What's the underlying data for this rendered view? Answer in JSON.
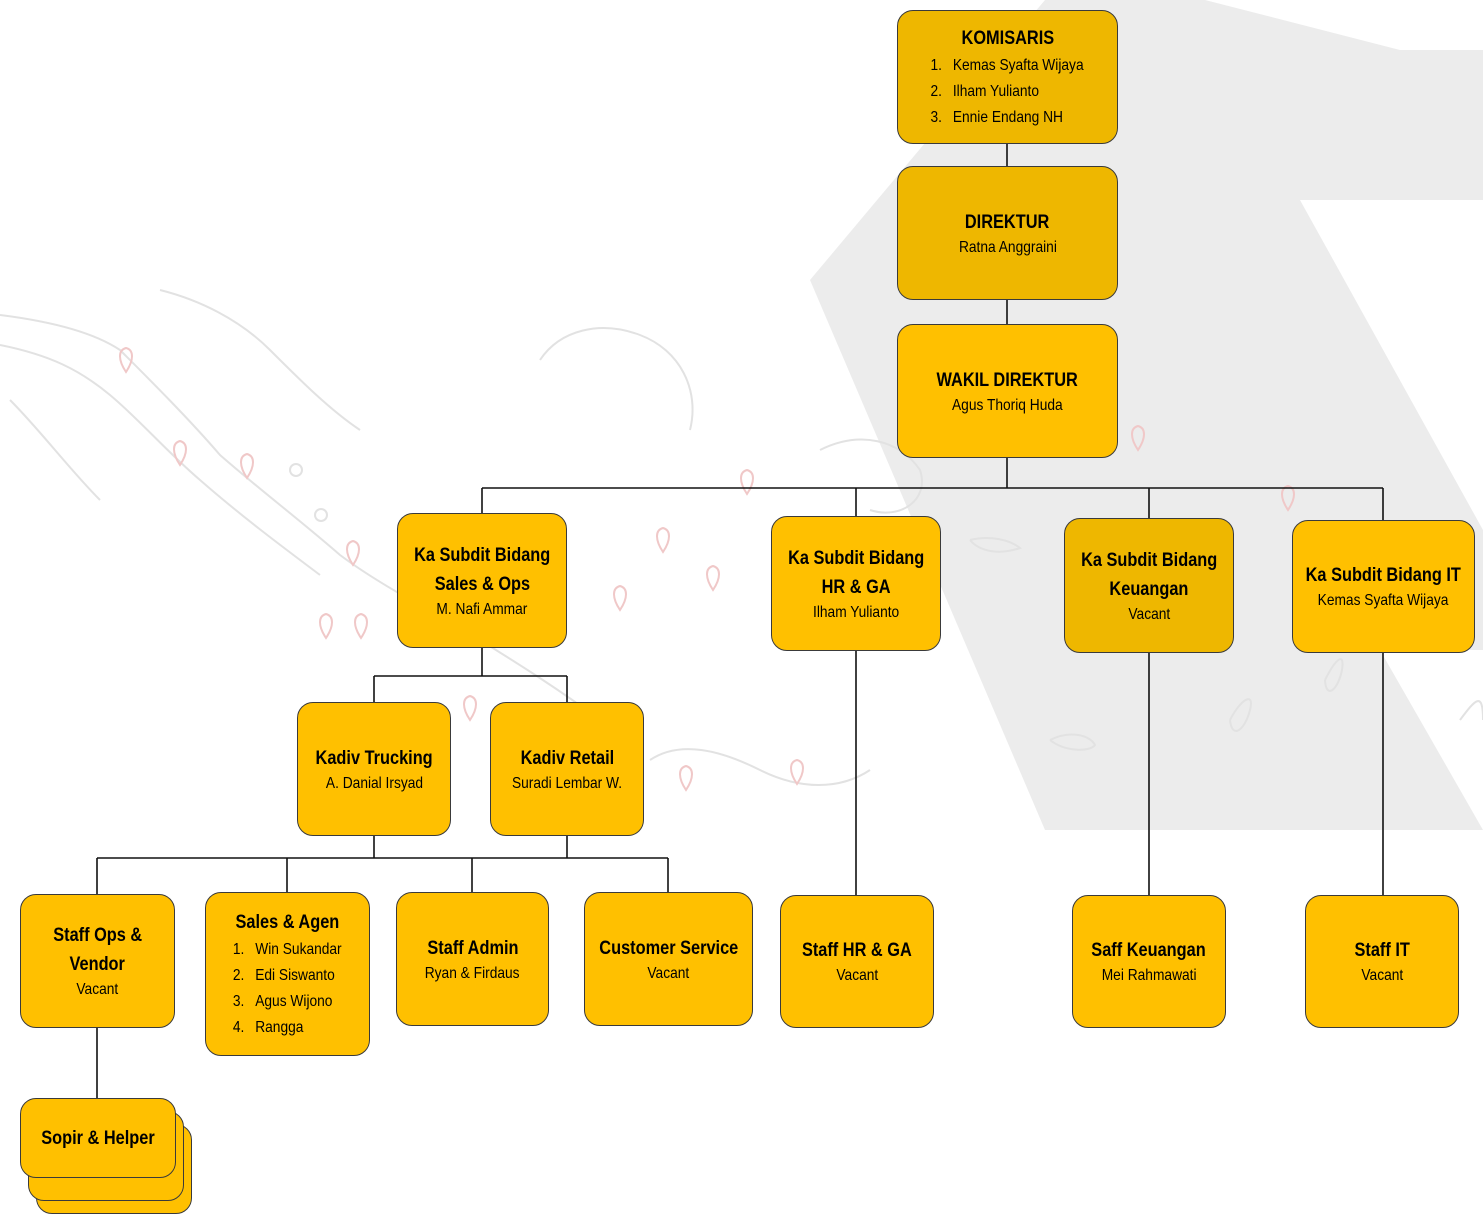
{
  "colors": {
    "box_fill": "#FFC000",
    "box_border": "#3a3a3a",
    "connector": "#111111",
    "watermark": "#ececec"
  },
  "komisaris": {
    "title": "KOMISARIS",
    "members": [
      {
        "num": "1.",
        "name": "Kemas Syafta Wijaya"
      },
      {
        "num": "2.",
        "name": "Ilham  Yulianto"
      },
      {
        "num": "3.",
        "name": "Ennie Endang NH"
      }
    ]
  },
  "direktur": {
    "title": "DIREKTUR",
    "name": "Ratna Anggraini"
  },
  "wakil_direktur": {
    "title": "WAKIL DIREKTUR",
    "name": "Agus Thoriq Huda"
  },
  "subdit_sales": {
    "title_1": "Ka Subdit Bidang",
    "title_2": "Sales & Ops",
    "name": "M. Nafi Ammar"
  },
  "subdit_hr": {
    "title_1": "Ka Subdit Bidang",
    "title_2": "HR & GA",
    "name": "Ilham Yulianto"
  },
  "subdit_keuangan": {
    "title_1": "Ka Subdit Bidang",
    "title_2": "Keuangan",
    "name": "Vacant"
  },
  "subdit_it": {
    "title": "Ka Subdit Bidang IT",
    "name": "Kemas Syafta Wijaya"
  },
  "kadiv_trucking": {
    "title": "Kadiv Trucking",
    "name": "A. Danial Irsyad"
  },
  "kadiv_retail": {
    "title": "Kadiv Retail",
    "name": "Suradi Lembar W."
  },
  "staff_ops": {
    "title_1": "Staff Ops &",
    "title_2": "Vendor",
    "name": "Vacant"
  },
  "sales_agen": {
    "title": "Sales & Agen",
    "members": [
      {
        "num": "1.",
        "name": "Win Sukandar"
      },
      {
        "num": "2.",
        "name": "Edi Siswanto"
      },
      {
        "num": "3.",
        "name": "Agus Wijono"
      },
      {
        "num": "4.",
        "name": "Rangga"
      }
    ]
  },
  "staff_admin": {
    "title": "Staff Admin",
    "name": "Ryan & Firdaus"
  },
  "customer_service": {
    "title": "Customer Service",
    "name": "Vacant"
  },
  "staff_hr": {
    "title": "Staff HR & GA",
    "name": "Vacant"
  },
  "staff_keuangan": {
    "title": "Saff Keuangan",
    "name": "Mei Rahmawati"
  },
  "staff_it": {
    "title": "Staff IT",
    "name": "Vacant"
  },
  "sopir_helper": {
    "title": "Sopir & Helper"
  }
}
